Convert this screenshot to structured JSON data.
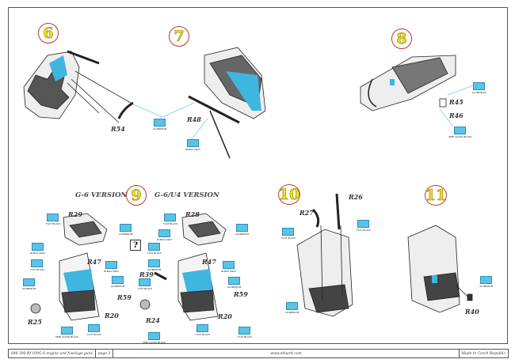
{
  "steps": [
    {
      "number": "6"
    },
    {
      "number": "7"
    },
    {
      "number": "8"
    },
    {
      "number": "9"
    },
    {
      "number": "10"
    },
    {
      "number": "11"
    }
  ],
  "step9": {
    "left_version": "G-6 VERSION",
    "right_version": "G-6/U4 VERSION",
    "question_mark": "?"
  },
  "parts": {
    "r54": "R54",
    "r48": "R48",
    "r45": "R45",
    "r46": "R46",
    "r29": "R29",
    "r47a": "R47",
    "r59a": "R59",
    "r20a": "R20",
    "r25": "R25",
    "r28": "R28",
    "r47b": "R47",
    "r39": "R39",
    "r59b": "R59",
    "r20b": "R20",
    "r24": "R24",
    "r27": "R27",
    "r26": "R26",
    "r40": "R40"
  },
  "colors": {
    "aluminium": "ALUMINIUM",
    "flat_black": "FLAT BLACK",
    "rlm02": "RLM02 GRAY",
    "semi_gloss_black": "SEMI GLOSS BLACK",
    "swatch": "#5bc4e6",
    "highlight": "#3fb6e0"
  },
  "footer": {
    "product": "648 380  Bf 109G-6 engine and fuselage guns",
    "page": "page 3",
    "website": "www.eduard.com",
    "origin": "Made in Czech Republic"
  }
}
